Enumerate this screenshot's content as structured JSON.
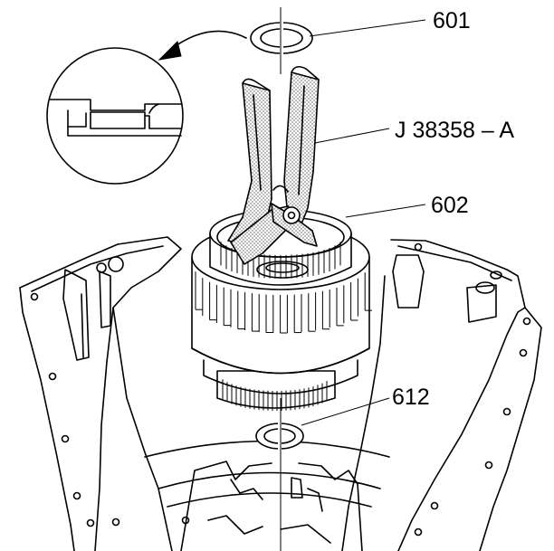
{
  "callouts": {
    "snap_ring_top": "601",
    "tool": "J 38358 – A",
    "housing": "602",
    "snap_ring_bottom": "612"
  },
  "colors": {
    "line": "#000000",
    "background": "#ffffff",
    "stipple": "#555555"
  }
}
